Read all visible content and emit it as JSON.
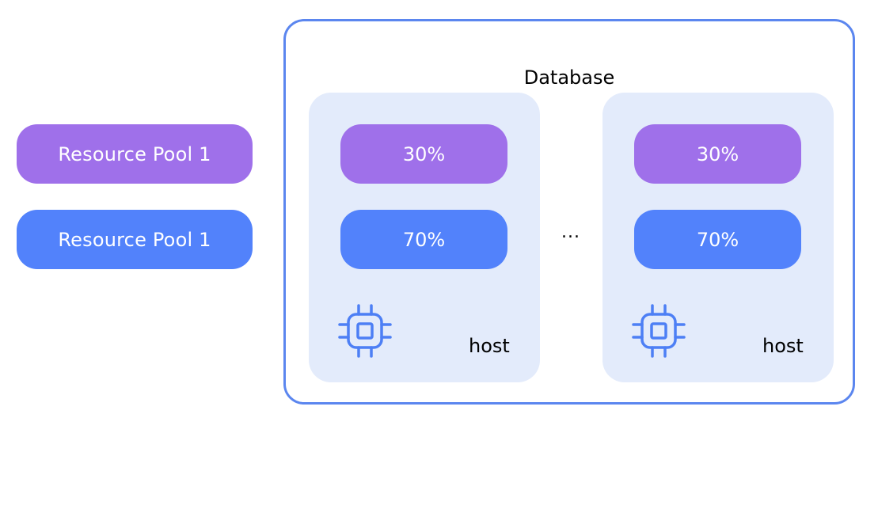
{
  "colors": {
    "pool_purple": "#9f70ea",
    "pool_blue": "#5282fb",
    "database_border": "#5b86ef",
    "host_bg": "#e3ebfb",
    "chip_icon": "#4d7ff5"
  },
  "pools": [
    {
      "label": "Resource Pool 1",
      "color": "#9f70ea"
    },
    {
      "label": "Resource Pool 1",
      "color": "#5282fb"
    }
  ],
  "database": {
    "title": "Database",
    "ellipsis": "...",
    "hosts": [
      {
        "label": "host",
        "icon": "cpu-chip-icon",
        "shares": [
          {
            "label": "30%",
            "color": "#9f70ea"
          },
          {
            "label": "70%",
            "color": "#5282fb"
          }
        ]
      },
      {
        "label": "host",
        "icon": "cpu-chip-icon",
        "shares": [
          {
            "label": "30%",
            "color": "#9f70ea"
          },
          {
            "label": "70%",
            "color": "#5282fb"
          }
        ]
      }
    ]
  }
}
